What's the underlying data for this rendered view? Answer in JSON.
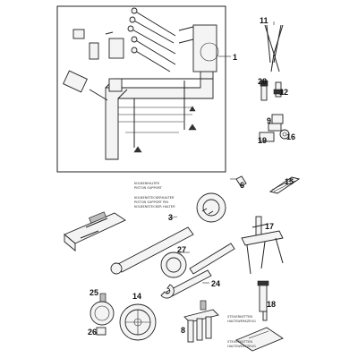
{
  "callouts": {
    "c1": "1",
    "c3": "3",
    "c6": "6",
    "c8": "8",
    "c9": "9",
    "c11": "11",
    "c12": "12",
    "c14": "14",
    "c15": "15",
    "c16": "16",
    "c17": "17",
    "c18": "18",
    "c19": "19",
    "c24": "24",
    "c25": "25",
    "c26": "26",
    "c27": "27",
    "c28": "28"
  },
  "notes": {
    "note_a1": "KOLBENHALTER",
    "note_a2": "PISTON SUPPORT",
    "note_b1": "KOLBENSTECKERHALTER",
    "note_b2": "PISTON SUPPORT PIN",
    "note_b3": "KOLBENSTECKER HALTER",
    "note_c1": "STEUERKETTEN",
    "note_c2": "HALTEWERKZEUG",
    "note_d1": "STEUERKETTEN",
    "note_d2": "HALTEWERKZEUG"
  },
  "colors": {
    "line": "#222222",
    "part_fill": "#f4f4f4",
    "background": "#ffffff"
  }
}
